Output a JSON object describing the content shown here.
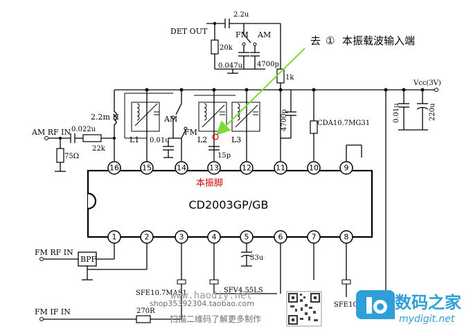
{
  "annotation": {
    "prefix": "去",
    "circled_num": "①",
    "text": "本振载波输入端",
    "osc_pin_label": "本振脚"
  },
  "chip": {
    "name": "CD2003GP/GB",
    "top_pins": [
      "16",
      "15",
      "14",
      "13",
      "12",
      "11",
      "10",
      "9"
    ],
    "bottom_pins": [
      "1",
      "2",
      "3",
      "4",
      "5",
      "6",
      "7",
      "8"
    ]
  },
  "labels": {
    "det_out": "DET OUT",
    "c_2u2": "2.2u",
    "fm_sw": "FM",
    "am_sw": "AM",
    "r_20k": "20k",
    "c_0047": "0.047u",
    "c_4700p_top": "4700p",
    "r_1k": "1k",
    "vcc": "Vcc(3V)",
    "c_001u_right": "0.01u",
    "c_220u": "220u",
    "l_22mh": "2.2m H",
    "am_mid": "AM",
    "fm_mid": "FM",
    "am_rf_in": "AM RF IN",
    "c_0022u": "0.022u",
    "r_22k": "22k",
    "r_75": "75Ω",
    "l1": "L1",
    "c_001u_mid": "0.01u",
    "l2": "L2",
    "l3": "L3",
    "c_15p": "15p",
    "c_4700p_mid": "4700p",
    "cda": "CDA10.7MG31",
    "fm_rf_in": "FM RF IN",
    "bpf": "BPF",
    "c_33u": "33u",
    "sfe_left": "SFE10.7MAS1",
    "sfv": "SFV4.55LS",
    "sfe_right": "SFE10.7MAS1",
    "fm_if_in": "FM IF IN",
    "r_270": "270R"
  },
  "watermark": {
    "site": "www.haodiy.net",
    "shop": "shop35392304.taobao.com",
    "scan": "扫描二维码了解更多制作"
  },
  "logo": {
    "name": "数码之家",
    "url": "mydigit.net"
  },
  "colors": {
    "arrow": "#7fd83a",
    "highlight": "#d10000",
    "logo": "#2f9fd8"
  }
}
